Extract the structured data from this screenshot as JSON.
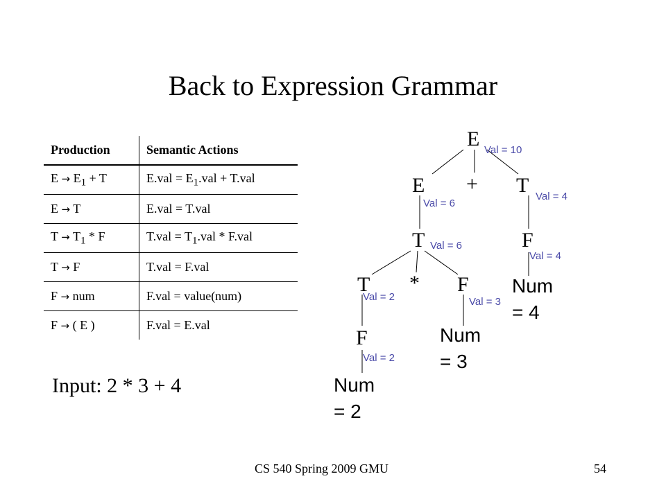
{
  "title": "Back to Expression Grammar",
  "table": {
    "headers": [
      "Production",
      "Semantic Actions"
    ],
    "arrow_glyph": "→",
    "rows": [
      {
        "lhs": "E",
        "rhs_pre": "E",
        "rhs_sub": "1",
        "rhs_post": " + T",
        "act_pre": "E.val = E",
        "act_sub": "1",
        "act_post": ".val + T.val"
      },
      {
        "lhs": "E",
        "rhs_pre": "T",
        "rhs_sub": "",
        "rhs_post": "",
        "act_pre": "E.val = T.val",
        "act_sub": "",
        "act_post": ""
      },
      {
        "lhs": "T",
        "rhs_pre": "T",
        "rhs_sub": "1",
        "rhs_post": " * F",
        "act_pre": "T.val = T",
        "act_sub": "1",
        "act_post": ".val * F.val"
      },
      {
        "lhs": "T",
        "rhs_pre": "F",
        "rhs_sub": "",
        "rhs_post": "",
        "act_pre": "T.val = F.val",
        "act_sub": "",
        "act_post": ""
      },
      {
        "lhs": "F",
        "rhs_pre": "num",
        "rhs_sub": "",
        "rhs_post": "",
        "act_pre": "F.val = value(num)",
        "act_sub": "",
        "act_post": ""
      },
      {
        "lhs": "F",
        "rhs_pre": "( E )",
        "rhs_sub": "",
        "rhs_post": "",
        "act_pre": "F.val = E.val",
        "act_sub": "",
        "act_post": ""
      }
    ]
  },
  "input_label": "Input:  2 * 3 + 4",
  "tree": {
    "root_E": "E",
    "E_left": "E",
    "plus": "+",
    "T_right": "T",
    "T_mid": "T",
    "F_right": "F",
    "T_low": "T",
    "star": "*",
    "F_mid": "F",
    "num4": {
      "line1": "Num",
      "line2": "= 4"
    },
    "F_low": "F",
    "num3": {
      "line1": "Num",
      "line2": "= 3"
    },
    "num2": {
      "line1": "Num",
      "line2": "= 2"
    }
  },
  "vals": {
    "root": "Val = 10",
    "E_left": "Val = 6",
    "T_right": "Val = 4",
    "T_mid": "Val = 6",
    "F_right": "Val = 4",
    "T_low": "Val = 2",
    "F_mid": "Val = 3",
    "F_low": "Val = 2"
  },
  "footer": {
    "course": "CS 540 Spring 2009 GMU",
    "page": "54"
  },
  "colors": {
    "val_text": "#4a4aa8",
    "line": "#000000"
  }
}
